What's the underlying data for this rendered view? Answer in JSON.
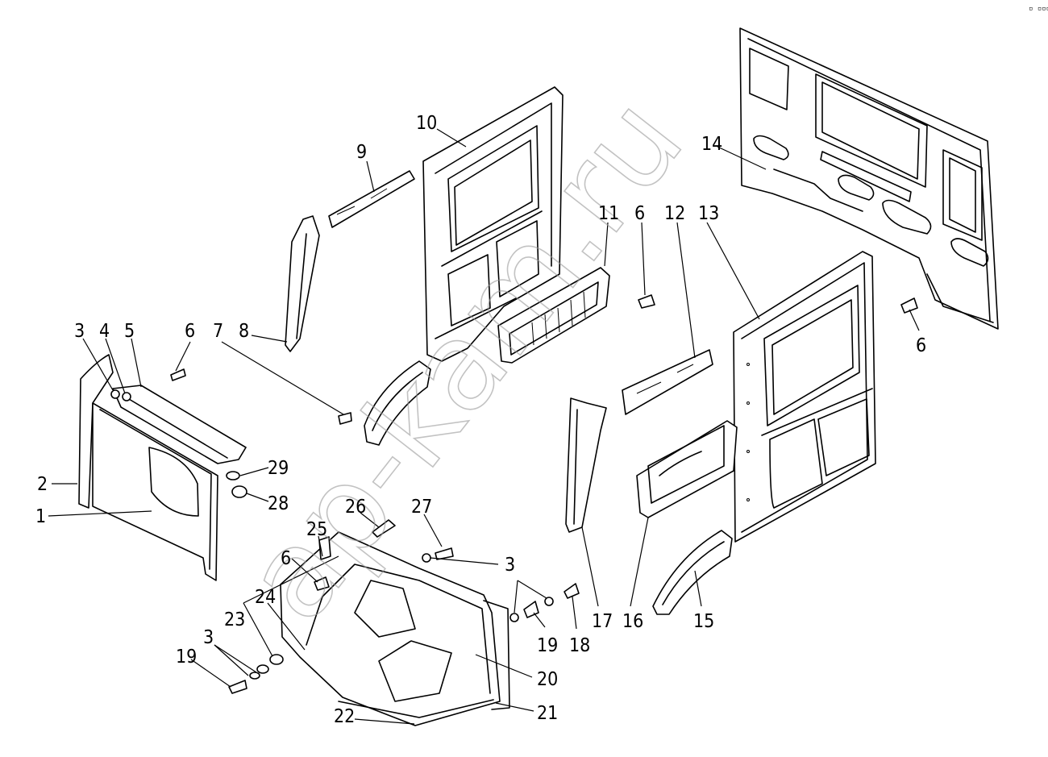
{
  "corner_mark": "▫ ▫▫▫",
  "watermark": "ap-kam.ru",
  "callouts": [
    {
      "id": "c1",
      "text": "1"
    },
    {
      "id": "c2",
      "text": "2"
    },
    {
      "id": "c3a",
      "text": "3"
    },
    {
      "id": "c4",
      "text": "4"
    },
    {
      "id": "c5",
      "text": "5"
    },
    {
      "id": "c6a",
      "text": "6"
    },
    {
      "id": "c7",
      "text": "7"
    },
    {
      "id": "c8",
      "text": "8"
    },
    {
      "id": "c9",
      "text": "9"
    },
    {
      "id": "c10",
      "text": "10"
    },
    {
      "id": "c11",
      "text": "11"
    },
    {
      "id": "c6b",
      "text": "6"
    },
    {
      "id": "c12",
      "text": "12"
    },
    {
      "id": "c13",
      "text": "13"
    },
    {
      "id": "c14",
      "text": "14"
    },
    {
      "id": "c6c",
      "text": "6"
    },
    {
      "id": "c29",
      "text": "29"
    },
    {
      "id": "c28",
      "text": "28"
    },
    {
      "id": "c26",
      "text": "26"
    },
    {
      "id": "c27",
      "text": "27"
    },
    {
      "id": "c25",
      "text": "25"
    },
    {
      "id": "c6d",
      "text": "6"
    },
    {
      "id": "c3b",
      "text": "3"
    },
    {
      "id": "c23",
      "text": "23"
    },
    {
      "id": "c24",
      "text": "24"
    },
    {
      "id": "c3c",
      "text": "3"
    },
    {
      "id": "c19a",
      "text": "19"
    },
    {
      "id": "c19b",
      "text": "19"
    },
    {
      "id": "c18",
      "text": "18"
    },
    {
      "id": "c17",
      "text": "17"
    },
    {
      "id": "c16",
      "text": "16"
    },
    {
      "id": "c15",
      "text": "15"
    },
    {
      "id": "c20",
      "text": "20"
    },
    {
      "id": "c21",
      "text": "21"
    },
    {
      "id": "c22",
      "text": "22"
    }
  ]
}
